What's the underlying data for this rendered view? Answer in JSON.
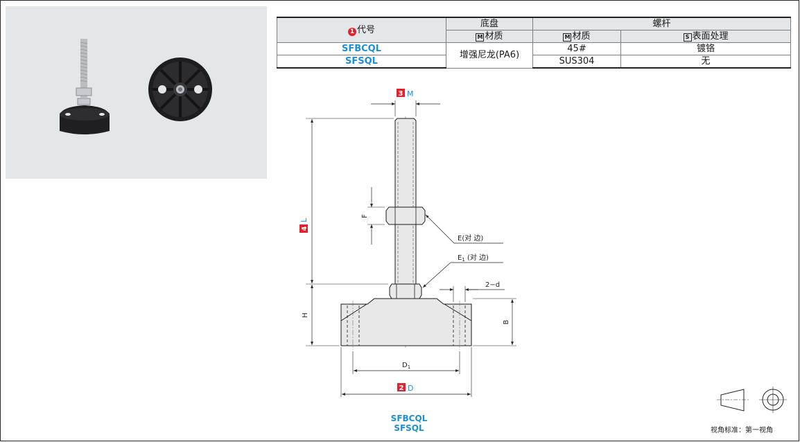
{
  "table": {
    "code_header": "代号",
    "code_badge": "1",
    "base_header": "底盘",
    "screw_header": "螺杆",
    "material_mark": "M",
    "surface_mark": "S",
    "base_material_header": "材质",
    "screw_material_header": "材质",
    "screw_surface_header": "表面处理",
    "rows": [
      {
        "code": "SFBCQL",
        "base_material": "增强尼龙(PA6)",
        "screw_material": "45#",
        "surface": "镀铬"
      },
      {
        "code": "SFSQL",
        "screw_material": "SUS304",
        "surface": "无"
      }
    ]
  },
  "drawing": {
    "dim_m": {
      "badge": "3",
      "label": "M"
    },
    "dim_l": {
      "badge": "4",
      "label": "L"
    },
    "dim_d": {
      "badge": "2",
      "label": "D"
    },
    "dim_d1": "D",
    "dim_d1_sub": "1",
    "dim_f": "F",
    "dim_h": "H",
    "dim_b": "B",
    "dim_2d": "2−d",
    "e_label": "E(对 边)",
    "e1_label": "E",
    "e1_sub": "1",
    "e1_suffix": " (对 边)"
  },
  "models": [
    "SFBCQL",
    "SFSQL"
  ],
  "view_standard": "视角标准：第一视角",
  "colors": {
    "accent_blue": "#1c8fd6",
    "badge_red": "#e5202d",
    "header_gray": "#e3e7ea"
  }
}
